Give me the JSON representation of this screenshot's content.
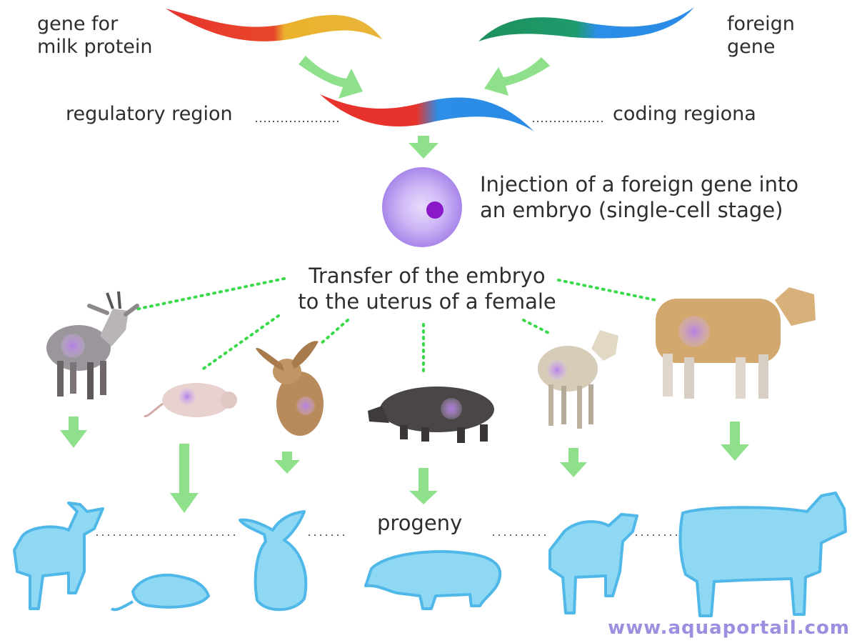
{
  "labels": {
    "gene_milk_line1": "gene for",
    "gene_milk_line2": "milk protein",
    "foreign_line1": "foreign",
    "foreign_line2": "gene",
    "regulatory": "regulatory region",
    "coding": "coding regiona",
    "injection_line1": "Injection of a foreign gene into",
    "injection_line2": "an embryo (single-cell stage)",
    "transfer_line1": "Transfer of the embryo",
    "transfer_line2": "to the uterus of a female",
    "progeny": "progeny"
  },
  "watermark": "www.aquaportail.com",
  "animals": [
    "goat",
    "mouse",
    "rabbit",
    "pig",
    "sheep",
    "cow"
  ],
  "colors": {
    "arrow_green": "#8fe08a",
    "dotted_green": "#39d94a",
    "progeny_blue": "#5cc6ee",
    "gene_red": "#e8332c",
    "gene_yellow": "#eab22c",
    "gene_green": "#1f9a6a",
    "gene_blue": "#2c8ee6",
    "cell_purple": "#b79cf0",
    "nucleus": "#8a18c8",
    "watermark": "#9b8fe0"
  }
}
